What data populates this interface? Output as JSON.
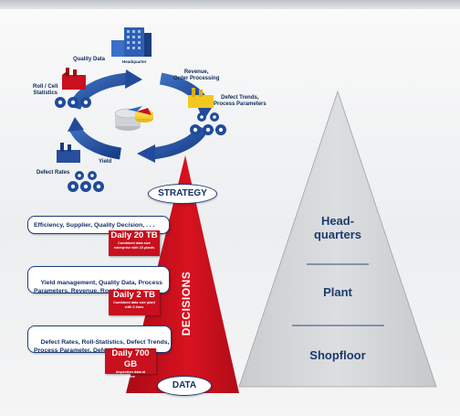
{
  "cycle": {
    "headquarters_label": "Headquarter",
    "quality_data_label": "Quality Data",
    "roll_cell_label": "Roll / Cell\nStatistics",
    "revenue_label": "Revenue,\nOrder Processing",
    "defect_trends_label": "Defect Trends,\nProcess Parameters",
    "yield_label": "Yield",
    "defect_rates_label": "Defect Rates"
  },
  "strategy_label": "STRATEGY",
  "data_label": "DATA",
  "decisions_label": "DECISIONS",
  "cards": [
    {
      "text": "Efficiency, Supplier, Quality Decision, . . .",
      "volume": "Daily 20 TB",
      "volume_note": "Combined data size\nenterprise with 10 plants"
    },
    {
      "text": "Yield management, Quality Data, Process\nParameters, Revenue, Root Causes",
      "volume": "Daily 2 TB",
      "volume_note": "Combined data size plant\nwith 3 lines"
    },
    {
      "text": "Defect Rates, Roll-Statistics, Defect Trends,\nProcess Parameter, Defect Data",
      "volume": "Daily 700 GB",
      "volume_note": "Inspection data at\n1 line"
    }
  ],
  "pyramid": {
    "top": "Head-\nquarters",
    "middle": "Plant",
    "bottom": "Shopfloor"
  },
  "colors": {
    "red": "#c8101e",
    "navy": "#1f3f78",
    "pyramid_fill": "#d5d7d9"
  }
}
